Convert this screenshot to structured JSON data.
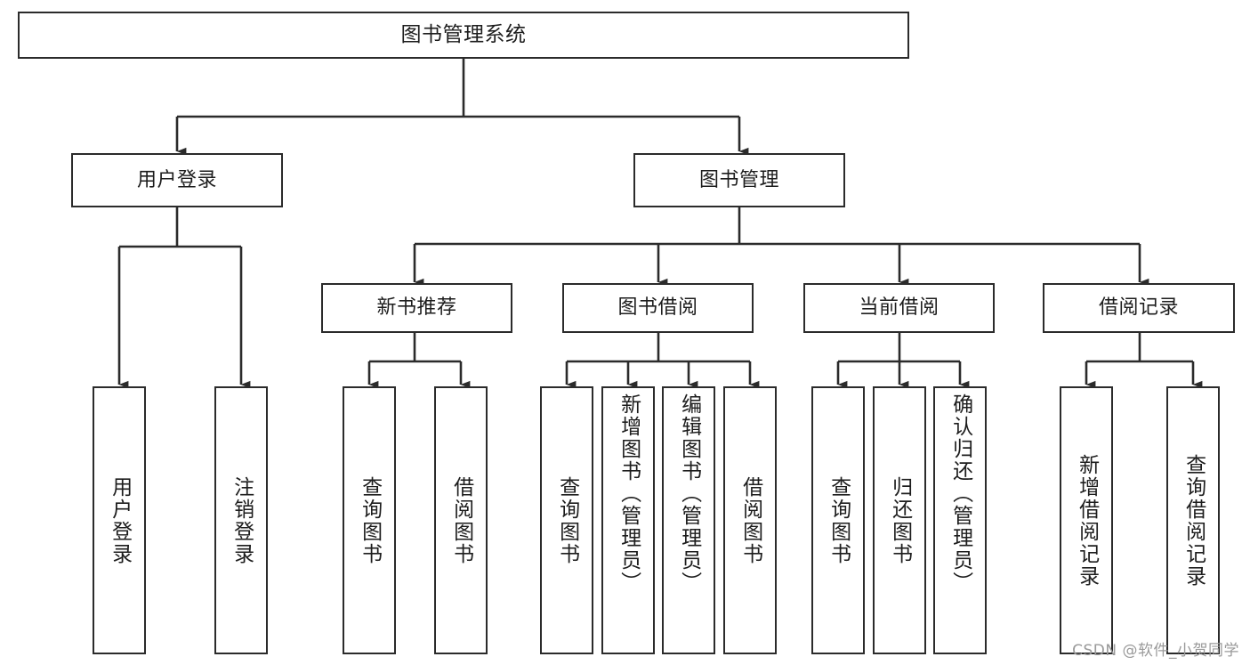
{
  "diagram": {
    "title": "图书管理系统",
    "type": "tree-hierarchy",
    "root": {
      "label": "图书管理系统"
    },
    "level2": [
      {
        "label": "用户登录"
      },
      {
        "label": "图书管理"
      }
    ],
    "level3": [
      {
        "label": "新书推荐"
      },
      {
        "label": "图书借阅"
      },
      {
        "label": "当前借阅"
      },
      {
        "label": "借阅记录"
      }
    ],
    "leaves": {
      "user_login": [
        {
          "label": "用户登录"
        },
        {
          "label": "注销登录"
        }
      ],
      "new_book_recommend": [
        {
          "label": "查询图书"
        },
        {
          "label": "借阅图书"
        }
      ],
      "book_borrow": [
        {
          "label": "查询图书"
        },
        {
          "label": "新增图书（管理员）"
        },
        {
          "label": "编辑图书（管理员）"
        },
        {
          "label": "借阅图书"
        }
      ],
      "current_borrow": [
        {
          "label": "查询图书"
        },
        {
          "label": "归还图书"
        },
        {
          "label": "确认归还（管理员）"
        }
      ],
      "borrow_record": [
        {
          "label": "新增借阅记录"
        },
        {
          "label": "查询借阅记录"
        }
      ]
    }
  },
  "watermark": {
    "text": "CSDN @软件_小贺同学"
  },
  "colors": {
    "border": "#2b2b2b",
    "background": "#ffffff",
    "text": "#1d1d1d",
    "watermark": "#9a9a9a"
  }
}
